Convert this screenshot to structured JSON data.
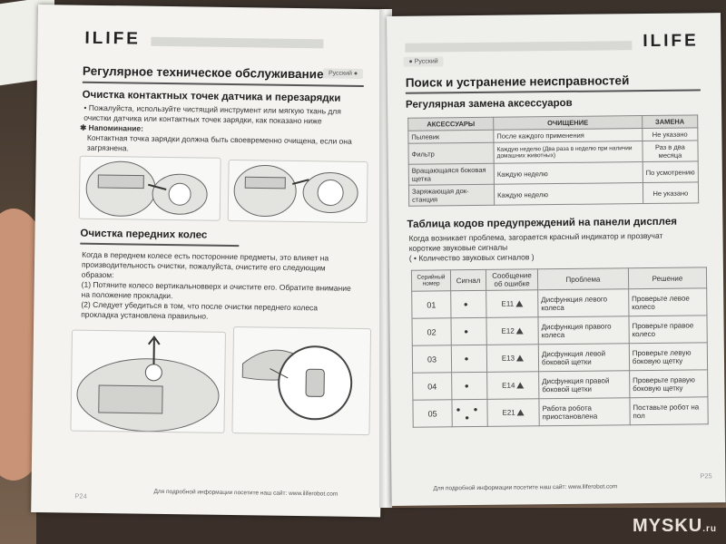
{
  "left": {
    "logo": "ILIFE",
    "lang": "Русский ●",
    "title": "Регулярное техническое обслуживание",
    "section1": {
      "heading": "Очистка контактных точек датчика и перезарядки",
      "bullet": [
        "• Пожалуйста, используйте чистящий инструмент или мягкую ткань для",
        "очистки датчика или контактных точек зарядки, как показано ниже"
      ],
      "note_label": "✱ Напоминание:",
      "note": [
        "Контактная точка зарядки должна быть своевременно очищена, если она",
        "загрязнена."
      ]
    },
    "section2": {
      "heading": "Очистка передних колес",
      "lines": [
        "Когда в переднем колесе есть посторонние предметы, это влияет на",
        "производительность очистки, пожалуйста, очистите его следующим",
        "образом:",
        "(1) Потяните колесо вертикальновверх и очистите его. Обратите внимание",
        "     на положение прокладки.",
        "(2) Следует убедиться в том, что после очистки переднего колеса",
        "     прокладка установлена правильно."
      ]
    },
    "footer": "Для подробной информации посетите наш сайт: www.iliferobot.com",
    "page_num": "P24"
  },
  "right": {
    "logo": "ILIFE",
    "lang": "● Русский",
    "title": "Поиск и устранение неисправностей",
    "accessories": {
      "heading": "Регулярная замена аксессуаров",
      "headers": [
        "АКСЕССУАРЫ",
        "ОЧИЩЕНИЕ",
        "ЗАМЕНА"
      ],
      "rows": [
        [
          "Пылевик",
          "После каждого применения",
          "Не указано"
        ],
        [
          "Фильтр",
          "Каждую неделю (Два раза в неделю при наличии домашних животных)",
          "Раз в два месяца"
        ],
        [
          "Вращающаяся боковая щетка",
          "Каждую неделю",
          "По усмотрению"
        ],
        [
          "Заряжающая док-станция",
          "Каждую неделю",
          "Не указано"
        ]
      ]
    },
    "errors": {
      "heading": "Таблица кодов предупреждений на панели дисплея",
      "intro": [
        "Когда возникает проблема, загорается красный индикатор и прозвучат",
        "короткие звуковые сигналы",
        "( • Количество звуковых сигналов )"
      ],
      "headers": [
        "Серийный номер",
        "Сигнал",
        "Сообщение об ошибке",
        "Проблема",
        "Решение"
      ],
      "rows": [
        [
          "01",
          "●",
          "E11",
          "Дисфункция левого колеса",
          "Проверьте левое колесо"
        ],
        [
          "02",
          "●",
          "E12",
          "Дисфункция правого колеса",
          "Проверьте правое колесо"
        ],
        [
          "03",
          "●",
          "E13",
          "Дисфункция левой боковой щетки",
          "Проверьте левую боковую щетку"
        ],
        [
          "04",
          "●",
          "E14",
          "Дисфункция правой боковой щетки",
          "Проверьте правую боковую щетку"
        ],
        [
          "05",
          "● ● ●",
          "E21",
          "Работа робота приостановлена",
          "Поставьте робот на пол"
        ]
      ]
    },
    "footer": "Для подробной информации посетите наш сайт: www.iliferobot.com",
    "page_num": "P25"
  },
  "watermark": {
    "main": "MYSKU",
    "suffix": ".ru"
  }
}
